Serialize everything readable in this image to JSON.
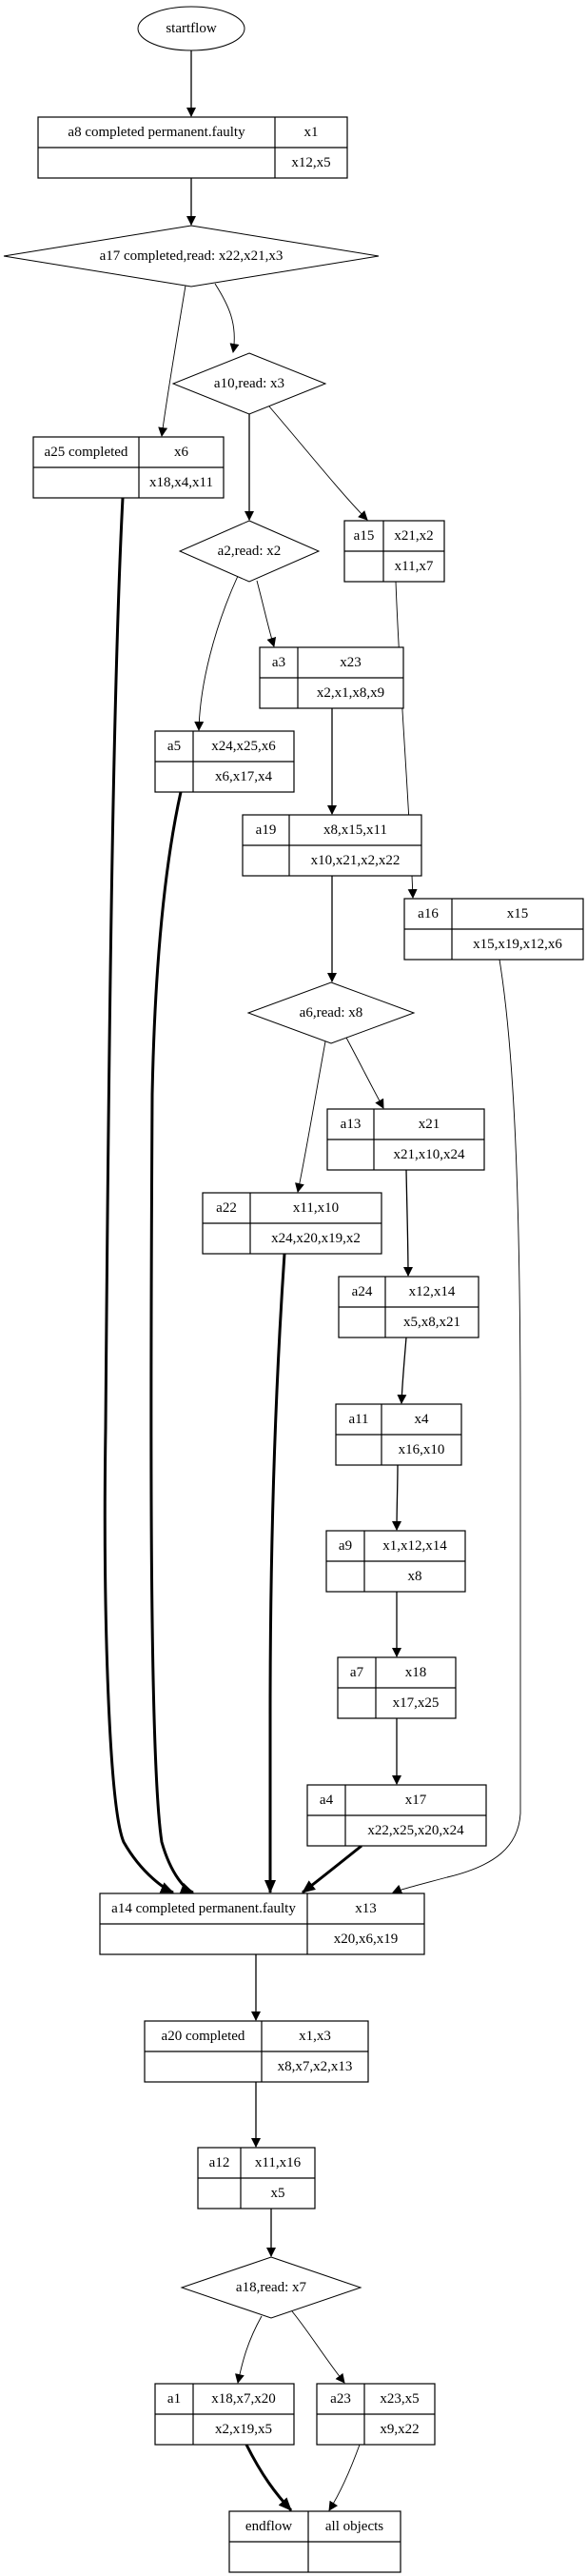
{
  "diagram": {
    "type": "workflow-graph",
    "colors": {
      "stroke": "#000000",
      "background": "#ffffff"
    },
    "nodes": [
      {
        "id": "startflow",
        "shape": "ellipse",
        "label": "startflow"
      },
      {
        "id": "a8",
        "shape": "record",
        "label": "a8 completed permanent.faulty",
        "top": "x1",
        "bottom": "x12,x5"
      },
      {
        "id": "a17",
        "shape": "diamond",
        "label": "a17 completed,read: x22,x21,x3"
      },
      {
        "id": "a10",
        "shape": "diamond",
        "label": "a10,read: x3"
      },
      {
        "id": "a25",
        "shape": "record",
        "label": "a25 completed",
        "top": "x6",
        "bottom": "x18,x4,x11"
      },
      {
        "id": "a2",
        "shape": "diamond",
        "label": "a2,read: x2"
      },
      {
        "id": "a15",
        "shape": "record",
        "label": "a15",
        "top": "x21,x2",
        "bottom": "x11,x7"
      },
      {
        "id": "a3",
        "shape": "record",
        "label": "a3",
        "top": "x23",
        "bottom": "x2,x1,x8,x9"
      },
      {
        "id": "a5",
        "shape": "record",
        "label": "a5",
        "top": "x24,x25,x6",
        "bottom": "x6,x17,x4"
      },
      {
        "id": "a19",
        "shape": "record",
        "label": "a19",
        "top": "x8,x15,x11",
        "bottom": "x10,x21,x2,x22"
      },
      {
        "id": "a16",
        "shape": "record",
        "label": "a16",
        "top": "x15",
        "bottom": "x15,x19,x12,x6"
      },
      {
        "id": "a6",
        "shape": "diamond",
        "label": "a6,read: x8"
      },
      {
        "id": "a13",
        "shape": "record",
        "label": "a13",
        "top": "x21",
        "bottom": "x21,x10,x24"
      },
      {
        "id": "a22",
        "shape": "record",
        "label": "a22",
        "top": "x11,x10",
        "bottom": "x24,x20,x19,x2"
      },
      {
        "id": "a24",
        "shape": "record",
        "label": "a24",
        "top": "x12,x14",
        "bottom": "x5,x8,x21"
      },
      {
        "id": "a11",
        "shape": "record",
        "label": "a11",
        "top": "x4",
        "bottom": "x16,x10"
      },
      {
        "id": "a9",
        "shape": "record",
        "label": "a9",
        "top": "x1,x12,x14",
        "bottom": "x8"
      },
      {
        "id": "a7",
        "shape": "record",
        "label": "a7",
        "top": "x18",
        "bottom": "x17,x25"
      },
      {
        "id": "a4",
        "shape": "record",
        "label": "a4",
        "top": "x17",
        "bottom": "x22,x25,x20,x24"
      },
      {
        "id": "a14",
        "shape": "record",
        "label": "a14 completed permanent.faulty",
        "top": "x13",
        "bottom": "x20,x6,x19"
      },
      {
        "id": "a20",
        "shape": "record",
        "label": "a20 completed",
        "top": "x1,x3",
        "bottom": "x8,x7,x2,x13"
      },
      {
        "id": "a12",
        "shape": "record",
        "label": "a12",
        "top": "x11,x16",
        "bottom": "x5"
      },
      {
        "id": "a18",
        "shape": "diamond",
        "label": "a18,read: x7"
      },
      {
        "id": "a1",
        "shape": "record",
        "label": "a1",
        "top": "x18,x7,x20",
        "bottom": "x2,x19,x5"
      },
      {
        "id": "a23",
        "shape": "record",
        "label": "a23",
        "top": "x23,x5",
        "bottom": "x9,x22"
      },
      {
        "id": "endflow",
        "shape": "record",
        "label": "endflow",
        "top": "all objects",
        "bottom": ""
      }
    ],
    "edges": [
      {
        "from": "startflow",
        "to": "a8",
        "style": "normal"
      },
      {
        "from": "a8",
        "to": "a17",
        "style": "normal"
      },
      {
        "from": "a17",
        "to": "a25",
        "style": "thin"
      },
      {
        "from": "a17",
        "to": "a10",
        "style": "thin"
      },
      {
        "from": "a10",
        "to": "a2",
        "style": "normal"
      },
      {
        "from": "a10",
        "to": "a15",
        "style": "thin"
      },
      {
        "from": "a2",
        "to": "a5",
        "style": "thin"
      },
      {
        "from": "a2",
        "to": "a3",
        "style": "thin"
      },
      {
        "from": "a3",
        "to": "a19",
        "style": "normal"
      },
      {
        "from": "a15",
        "to": "a16",
        "style": "thin"
      },
      {
        "from": "a19",
        "to": "a6",
        "style": "normal"
      },
      {
        "from": "a6",
        "to": "a22",
        "style": "thin"
      },
      {
        "from": "a6",
        "to": "a13",
        "style": "thin"
      },
      {
        "from": "a13",
        "to": "a24",
        "style": "normal"
      },
      {
        "from": "a24",
        "to": "a11",
        "style": "normal"
      },
      {
        "from": "a11",
        "to": "a9",
        "style": "normal"
      },
      {
        "from": "a9",
        "to": "a7",
        "style": "normal"
      },
      {
        "from": "a7",
        "to": "a4",
        "style": "normal"
      },
      {
        "from": "a25",
        "to": "a14",
        "style": "bold"
      },
      {
        "from": "a5",
        "to": "a14",
        "style": "bold"
      },
      {
        "from": "a22",
        "to": "a14",
        "style": "bold"
      },
      {
        "from": "a4",
        "to": "a14",
        "style": "bold"
      },
      {
        "from": "a16",
        "to": "a14",
        "style": "thin"
      },
      {
        "from": "a14",
        "to": "a20",
        "style": "normal"
      },
      {
        "from": "a20",
        "to": "a12",
        "style": "normal"
      },
      {
        "from": "a12",
        "to": "a18",
        "style": "normal"
      },
      {
        "from": "a18",
        "to": "a1",
        "style": "thin"
      },
      {
        "from": "a18",
        "to": "a23",
        "style": "thin"
      },
      {
        "from": "a1",
        "to": "endflow",
        "style": "bold"
      },
      {
        "from": "a23",
        "to": "endflow",
        "style": "thin"
      }
    ]
  }
}
